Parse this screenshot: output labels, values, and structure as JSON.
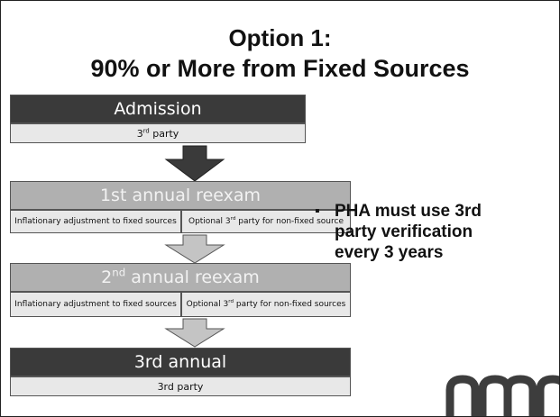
{
  "title": {
    "line1": "Option 1:",
    "line2": "90% or More from Fixed Sources"
  },
  "flow": {
    "admission": {
      "heading": "Admission",
      "detail_sup": "rd",
      "detail_prefix": "3",
      "detail_suffix": " party"
    },
    "reexam1": {
      "heading": "1st annual reexam",
      "left": "Inflationary adjustment to fixed sources",
      "right_prefix": "Optional  3",
      "right_sup": "rd",
      "right_suffix": " party for non-fixed source"
    },
    "reexam2": {
      "heading_prefix": "2",
      "heading_sup": "nd",
      "heading_suffix": " annual reexam",
      "left": "Inflationary adjustment to fixed sources",
      "right_prefix": "Optional 3",
      "right_sup": "rd",
      "right_suffix": " party for non-fixed sources"
    },
    "reexam3": {
      "heading": "3rd annual",
      "detail": "3rd party"
    }
  },
  "bullet": {
    "marker": "▪",
    "text": "PHA must use 3rd\nparty verification\nevery 3 years"
  },
  "colors": {
    "dark_box": "#3a3a3a",
    "light_box": "#b0b0b0",
    "detail_box": "#e8e8e8",
    "logo": "#3d3d3d"
  },
  "logo": {
    "icon": "nmp-logo-partial"
  }
}
